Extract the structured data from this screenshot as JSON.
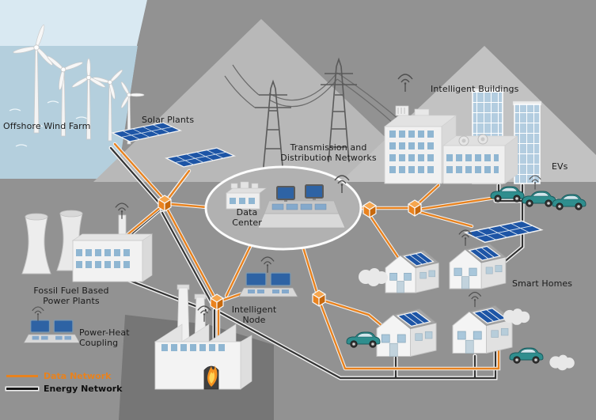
{
  "diagram": {
    "labels": {
      "offshore_wind_farm": "Offshore Wind Farm",
      "solar_plants": "Solar Plants",
      "transmission_networks": "Transmission and\nDistribution Networks",
      "intelligent_buildings": "Intelligent Buildings",
      "evs": "EVs",
      "data_center": "Data\nCenter",
      "fossil_fuel_plants": "Fossil Fuel Based\nPower Plants",
      "power_heat_coupling": "Power-Heat\nCoupling",
      "intelligent_node": "Intelligent\nNode",
      "smart_homes": "Smart Homes"
    },
    "legend": {
      "data_network": {
        "label": "Data Network",
        "color": "#e8821e"
      },
      "energy_network": {
        "label": "Energy Network",
        "color": "#161616"
      }
    },
    "icons": {
      "network_node": "orange-cube-icon",
      "wireless_signal": "signal-arcs-icon",
      "furnace_flame": "flame-icon"
    },
    "colors": {
      "background": "#8f8f8f",
      "mountains": "#b8b8b8",
      "sky": "#d9e9f2",
      "sea": "#b4cfdd",
      "data_network": "#e8821e",
      "energy_network": "#2e2e2e",
      "solar_panel": "#1d55a6",
      "ev_car": "#2f8e8e",
      "flame": "#f5921e"
    }
  }
}
